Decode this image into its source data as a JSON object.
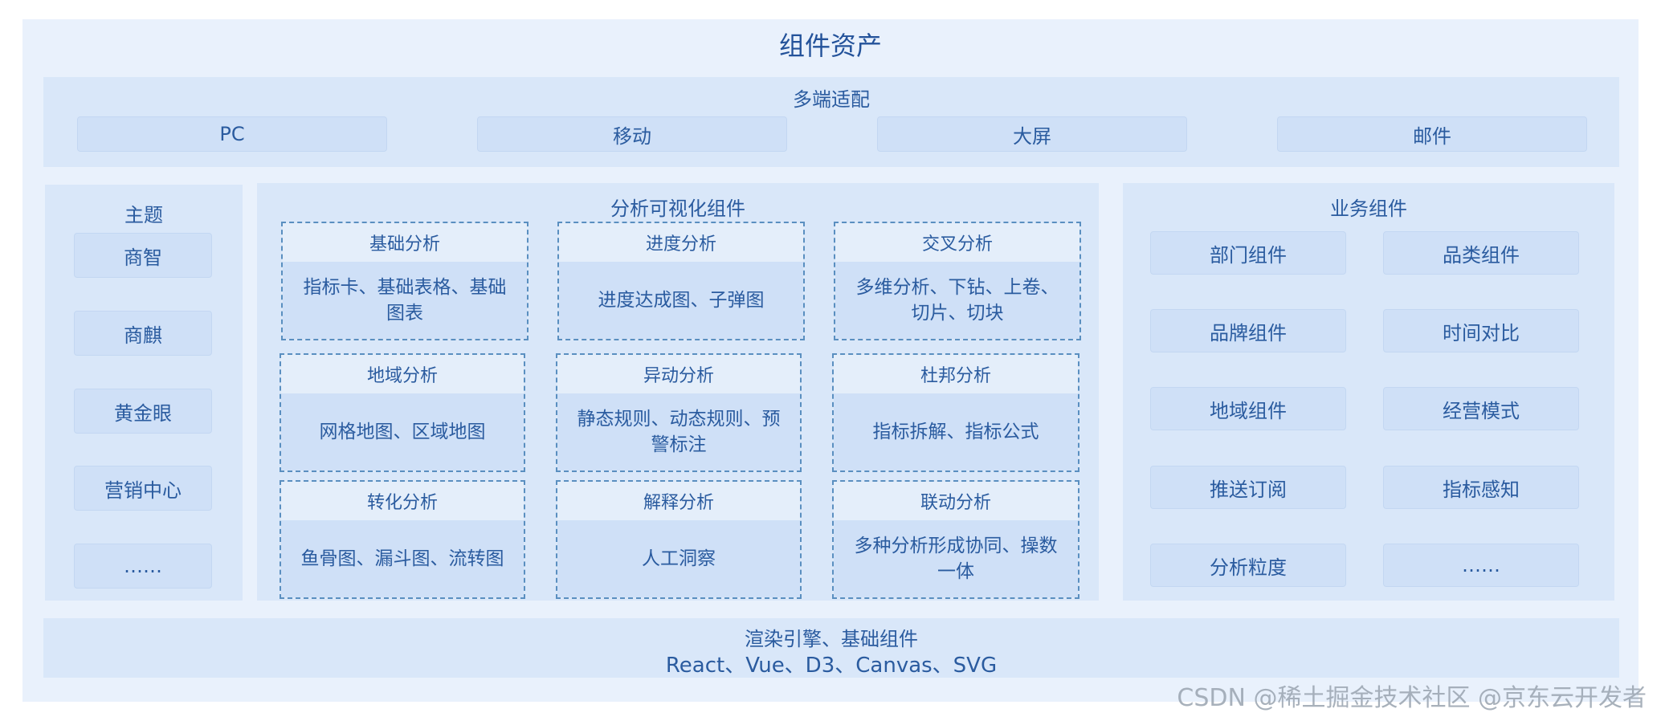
{
  "title": "组件资产",
  "adapt": {
    "title": "多端适配",
    "items": [
      "PC",
      "移动",
      "大屏",
      "邮件"
    ]
  },
  "theme": {
    "title": "主题",
    "items": [
      "商智",
      "商麒",
      "黄金眼",
      "营销中心",
      "……"
    ]
  },
  "analysis": {
    "title": "分析可视化组件",
    "modules": [
      {
        "name": "基础分析",
        "desc": "指标卡、基础表格、基础图表"
      },
      {
        "name": "进度分析",
        "desc": "进度达成图、子弹图"
      },
      {
        "name": "交叉分析",
        "desc": "多维分析、下钻、上卷、切片、切块"
      },
      {
        "name": "地域分析",
        "desc": "网格地图、区域地图"
      },
      {
        "name": "异动分析",
        "desc": "静态规则、动态规则、预警标注"
      },
      {
        "name": "杜邦分析",
        "desc": "指标拆解、指标公式"
      },
      {
        "name": "转化分析",
        "desc": "鱼骨图、漏斗图、流转图"
      },
      {
        "name": "解释分析",
        "desc": "人工洞察"
      },
      {
        "name": "联动分析",
        "desc": "多种分析形成协同、操数一体"
      }
    ]
  },
  "business": {
    "title": "业务组件",
    "items": [
      "部门组件",
      "品类组件",
      "品牌组件",
      "时间对比",
      "地域组件",
      "经营模式",
      "推送订阅",
      "指标感知",
      "分析粒度",
      "……"
    ]
  },
  "engine": {
    "line1": "渲染引擎、基础组件",
    "line2": "React、Vue、D3、Canvas、SVG"
  },
  "watermark": "CSDN @稀土掘金技术社区 @京东云开发者"
}
